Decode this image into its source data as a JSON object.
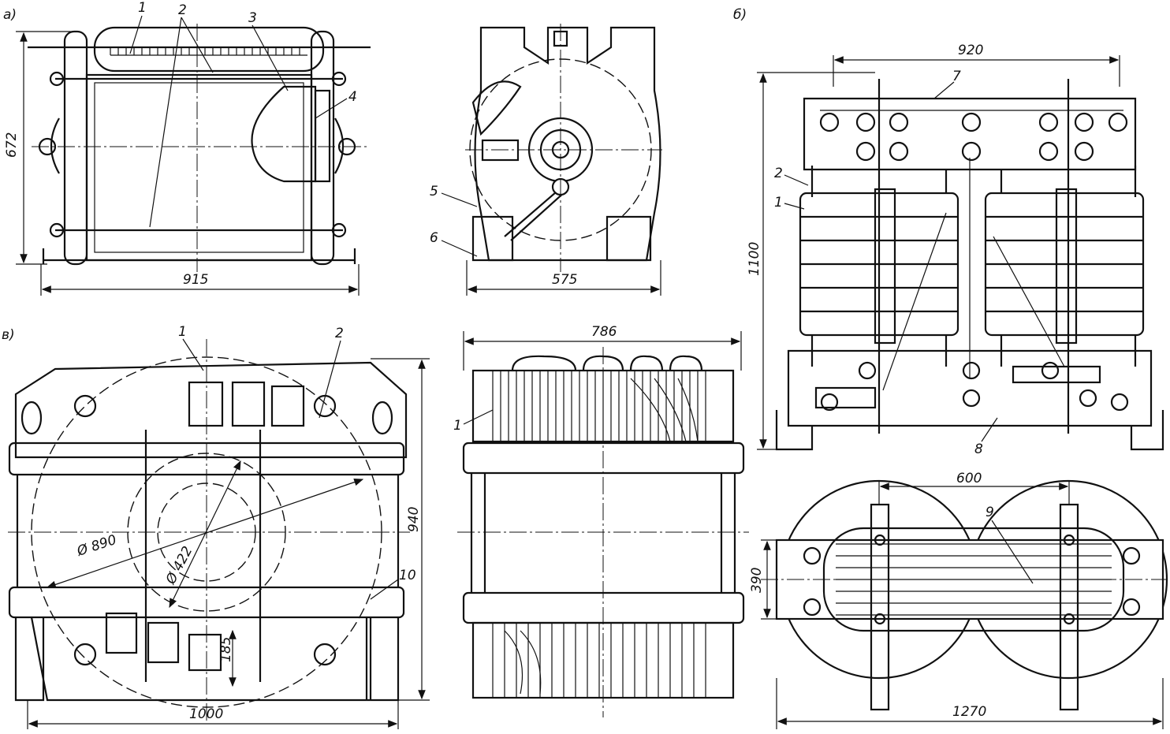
{
  "figure": {
    "views": {
      "a": {
        "label": "а)",
        "dim_height": "672",
        "dim_width": "915",
        "callouts": [
          "1",
          "2",
          "3",
          "4"
        ]
      },
      "a_side": {
        "dim_width": "575",
        "callouts": [
          "5",
          "6"
        ]
      },
      "b": {
        "label": "б)",
        "dim_width": "920",
        "dim_height": "1100",
        "callouts": [
          "7",
          "2",
          "1",
          "8"
        ]
      },
      "b_top": {
        "dim_width": "600",
        "dim_height": "390",
        "dim_total": "1270",
        "callouts": [
          "9"
        ]
      },
      "v": {
        "label": "в)",
        "dim_height": "940",
        "dim_width": "1000",
        "dia_outer": "Ø 890",
        "dia_inner": "Ø 422",
        "dim_small": "185",
        "callouts": [
          "1",
          "2",
          "10"
        ]
      },
      "v_side": {
        "dim_width": "786",
        "callouts": [
          "1"
        ]
      }
    }
  }
}
